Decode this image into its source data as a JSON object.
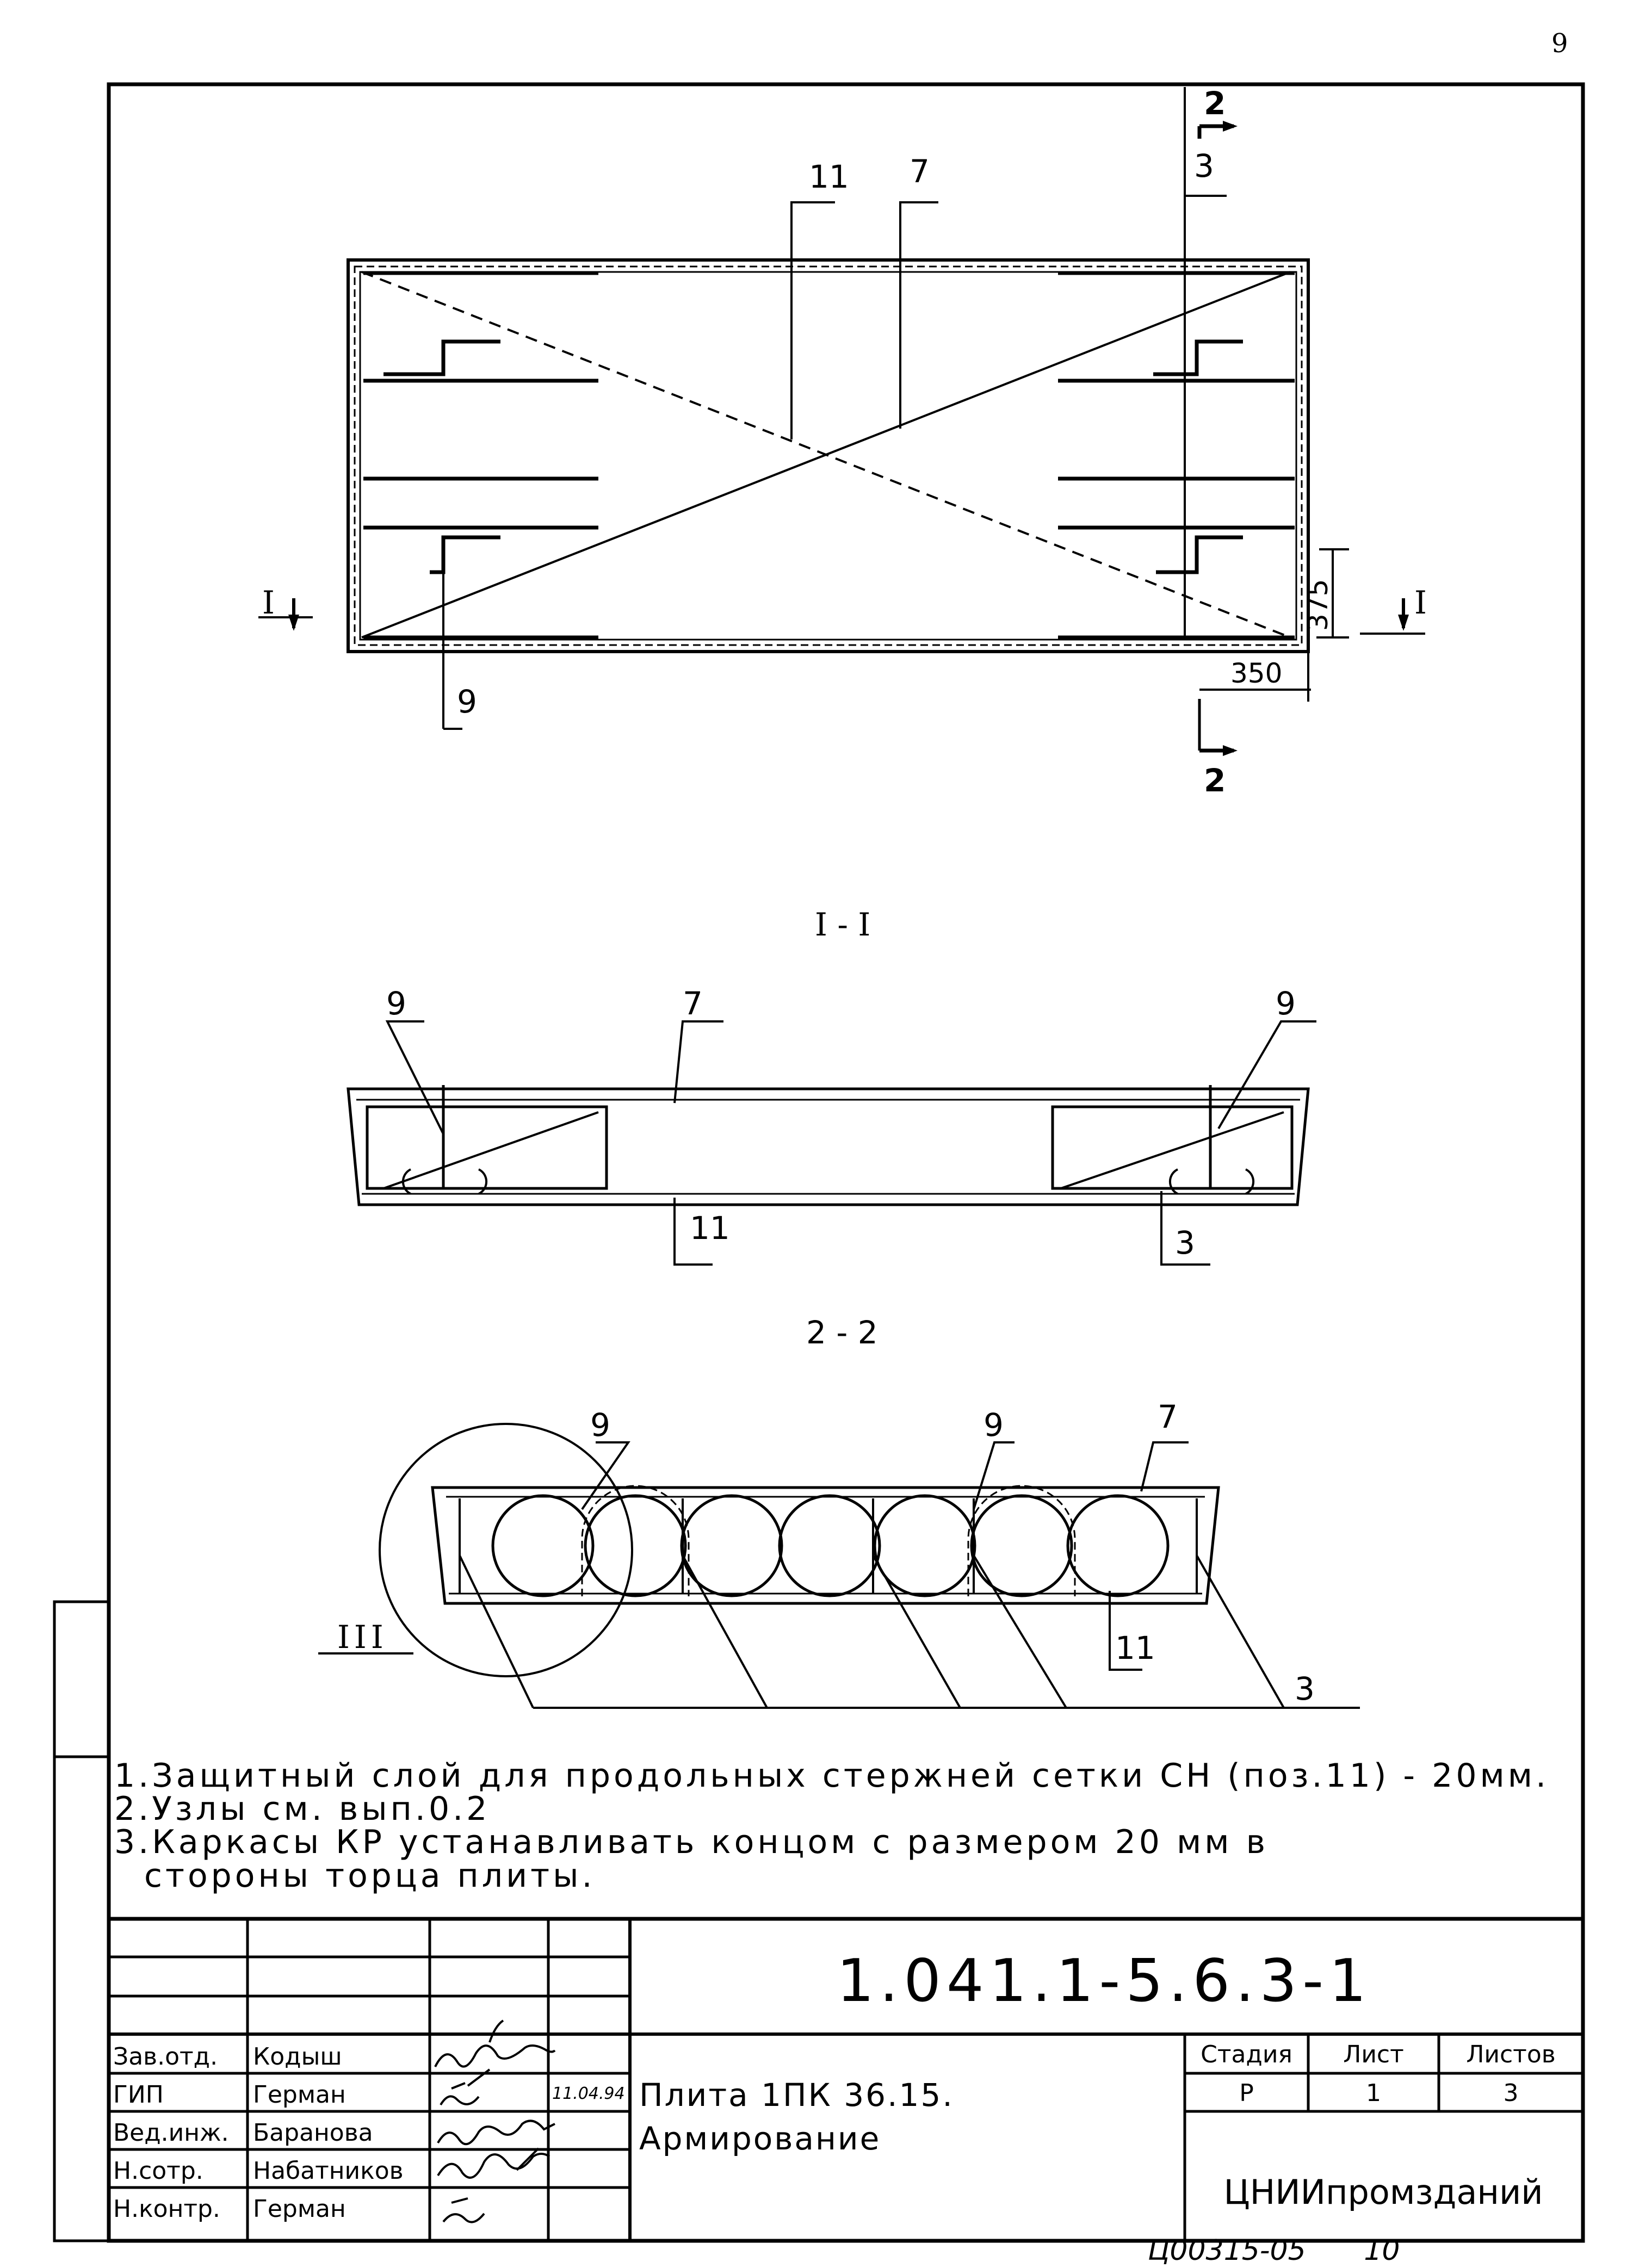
{
  "page_number": "9",
  "drawing": {
    "plan": {
      "callouts": [
        "11",
        "7",
        "3",
        "9"
      ],
      "section_mark": "2",
      "section_cut": "I",
      "dim_375": "375",
      "dim_350": "350"
    },
    "section_1": {
      "title": "I - I",
      "callouts": [
        "9",
        "7",
        "9",
        "11",
        "3"
      ]
    },
    "section_2": {
      "title": "2 - 2",
      "callouts": [
        "9",
        "9",
        "7",
        "11",
        "3"
      ],
      "detail_node": "III"
    }
  },
  "notes": [
    "1.Защитный слой для продольных стержней сетки СН (поз.11) - 20мм.",
    "2.Узлы см. вып.0.2",
    "3.Каркасы КР устанавливать концом с размером 20 мм в",
    "стороны торца плиты."
  ],
  "title_block": {
    "doc_code": "1.041.1-5.6.3-1",
    "rows": [
      {
        "role": "Зав.отд.",
        "name": "Кодыш"
      },
      {
        "role": "ГИП",
        "name": "Герман"
      },
      {
        "role": "Вед.инж.",
        "name": "Баранова"
      },
      {
        "role": "Н.сотр.",
        "name": "Набатников"
      },
      {
        "role": "Н.контр.",
        "name": "Герман"
      }
    ],
    "date": "11.04.94",
    "title_line1": "Плита 1ПК 36.15.",
    "title_line2": "Армирование",
    "stage_label": "Стадия",
    "sheet_label": "Лист",
    "sheets_label": "Листов",
    "stage": "Р",
    "sheet": "1",
    "sheets": "3",
    "organization": "ЦНИИпромзданий"
  },
  "archive_number": "Ц00315-05",
  "archive_sheet": "10"
}
